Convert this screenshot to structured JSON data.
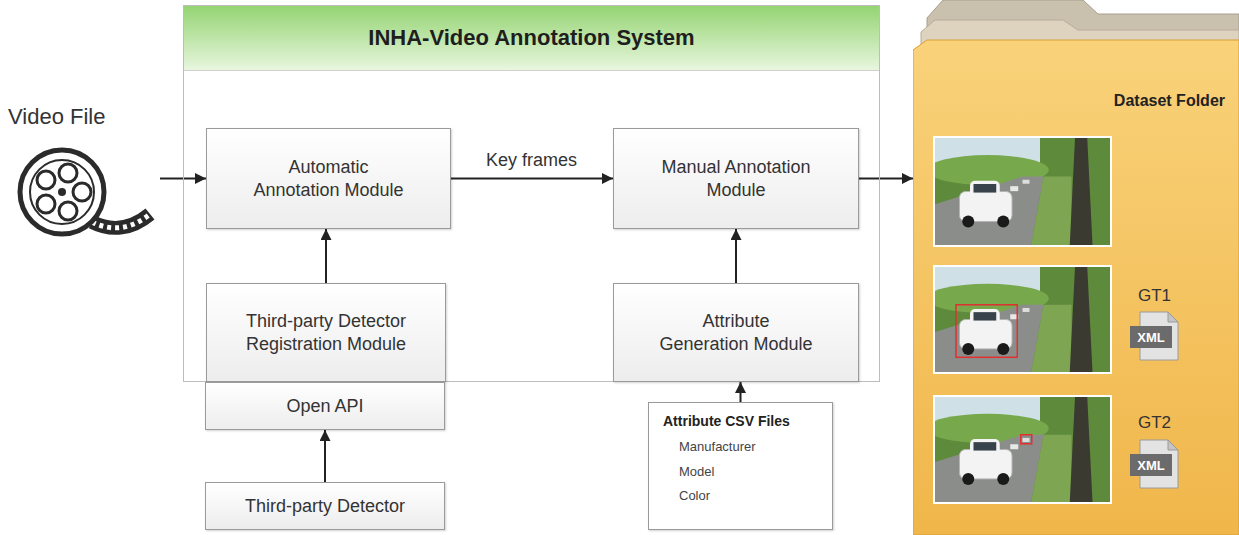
{
  "diagram": {
    "nodes": [
      {
        "text": [
          "Video File"
        ]
      },
      {
        "text": [
          "INHA-Video Annotation System"
        ]
      },
      {
        "text": [
          "Automatic Annotation Module"
        ],
        "in": 1
      },
      {
        "text": [
          "Manual Annotation Module"
        ],
        "in": 1
      },
      {
        "text": [
          "Third-party Detector Registration Module"
        ],
        "in": 1
      },
      {
        "text": [
          "Attribute Generation Module"
        ],
        "in": 1
      },
      {
        "text": [
          "Open API"
        ]
      },
      {
        "text": [
          "Attribute CSV Files",
          "Manufacturer",
          "Model",
          "Color"
        ]
      },
      {
        "text": [
          "Third-party Detector"
        ]
      },
      {
        "text": [
          "Dataset Folder"
        ]
      }
    ],
    "edges": [
      {
        "from": 0,
        "to": 2,
        "arrow": "to"
      },
      {
        "from": 2,
        "to": 3,
        "label": "Key frames",
        "arrow": "to"
      },
      {
        "from": 3,
        "to": 9,
        "arrow": "to"
      },
      {
        "from": 4,
        "to": 2,
        "arrow": "to"
      },
      {
        "from": 5,
        "to": 3,
        "arrow": "to"
      },
      {
        "from": 8,
        "to": 6,
        "arrow": "to"
      },
      {
        "from": 7,
        "to": 5,
        "arrow": "to"
      }
    ],
    "labels": [
      "GT1",
      "XML",
      "GT2",
      "XML"
    ]
  }
}
